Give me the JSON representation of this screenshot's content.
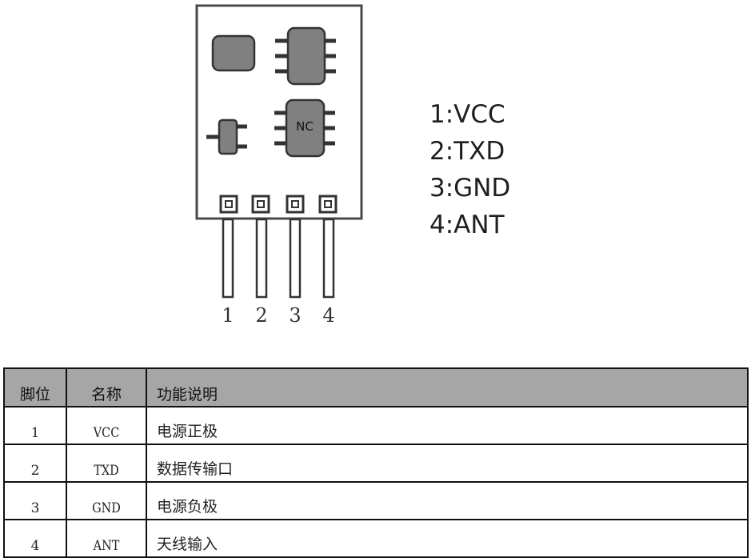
{
  "diagram": {
    "component_label": "NC",
    "pin_numbers": [
      "1",
      "2",
      "3",
      "4"
    ],
    "colors": {
      "component_fill": "#808080",
      "outline": "#3a3a3a"
    }
  },
  "pin_legend": [
    "1:VCC",
    "2:TXD",
    "3:GND",
    "4:ANT"
  ],
  "table": {
    "header_bg": "#a6a6a6",
    "columns": [
      "脚位",
      "名称",
      "功能说明"
    ],
    "rows": [
      {
        "pin": "1",
        "name": "VCC",
        "desc": "电源正极"
      },
      {
        "pin": "2",
        "name": "TXD",
        "desc": "数据传输口"
      },
      {
        "pin": "3",
        "name": "GND",
        "desc": "电源负极"
      },
      {
        "pin": "4",
        "name": "ANT",
        "desc": "天线输入"
      }
    ]
  }
}
